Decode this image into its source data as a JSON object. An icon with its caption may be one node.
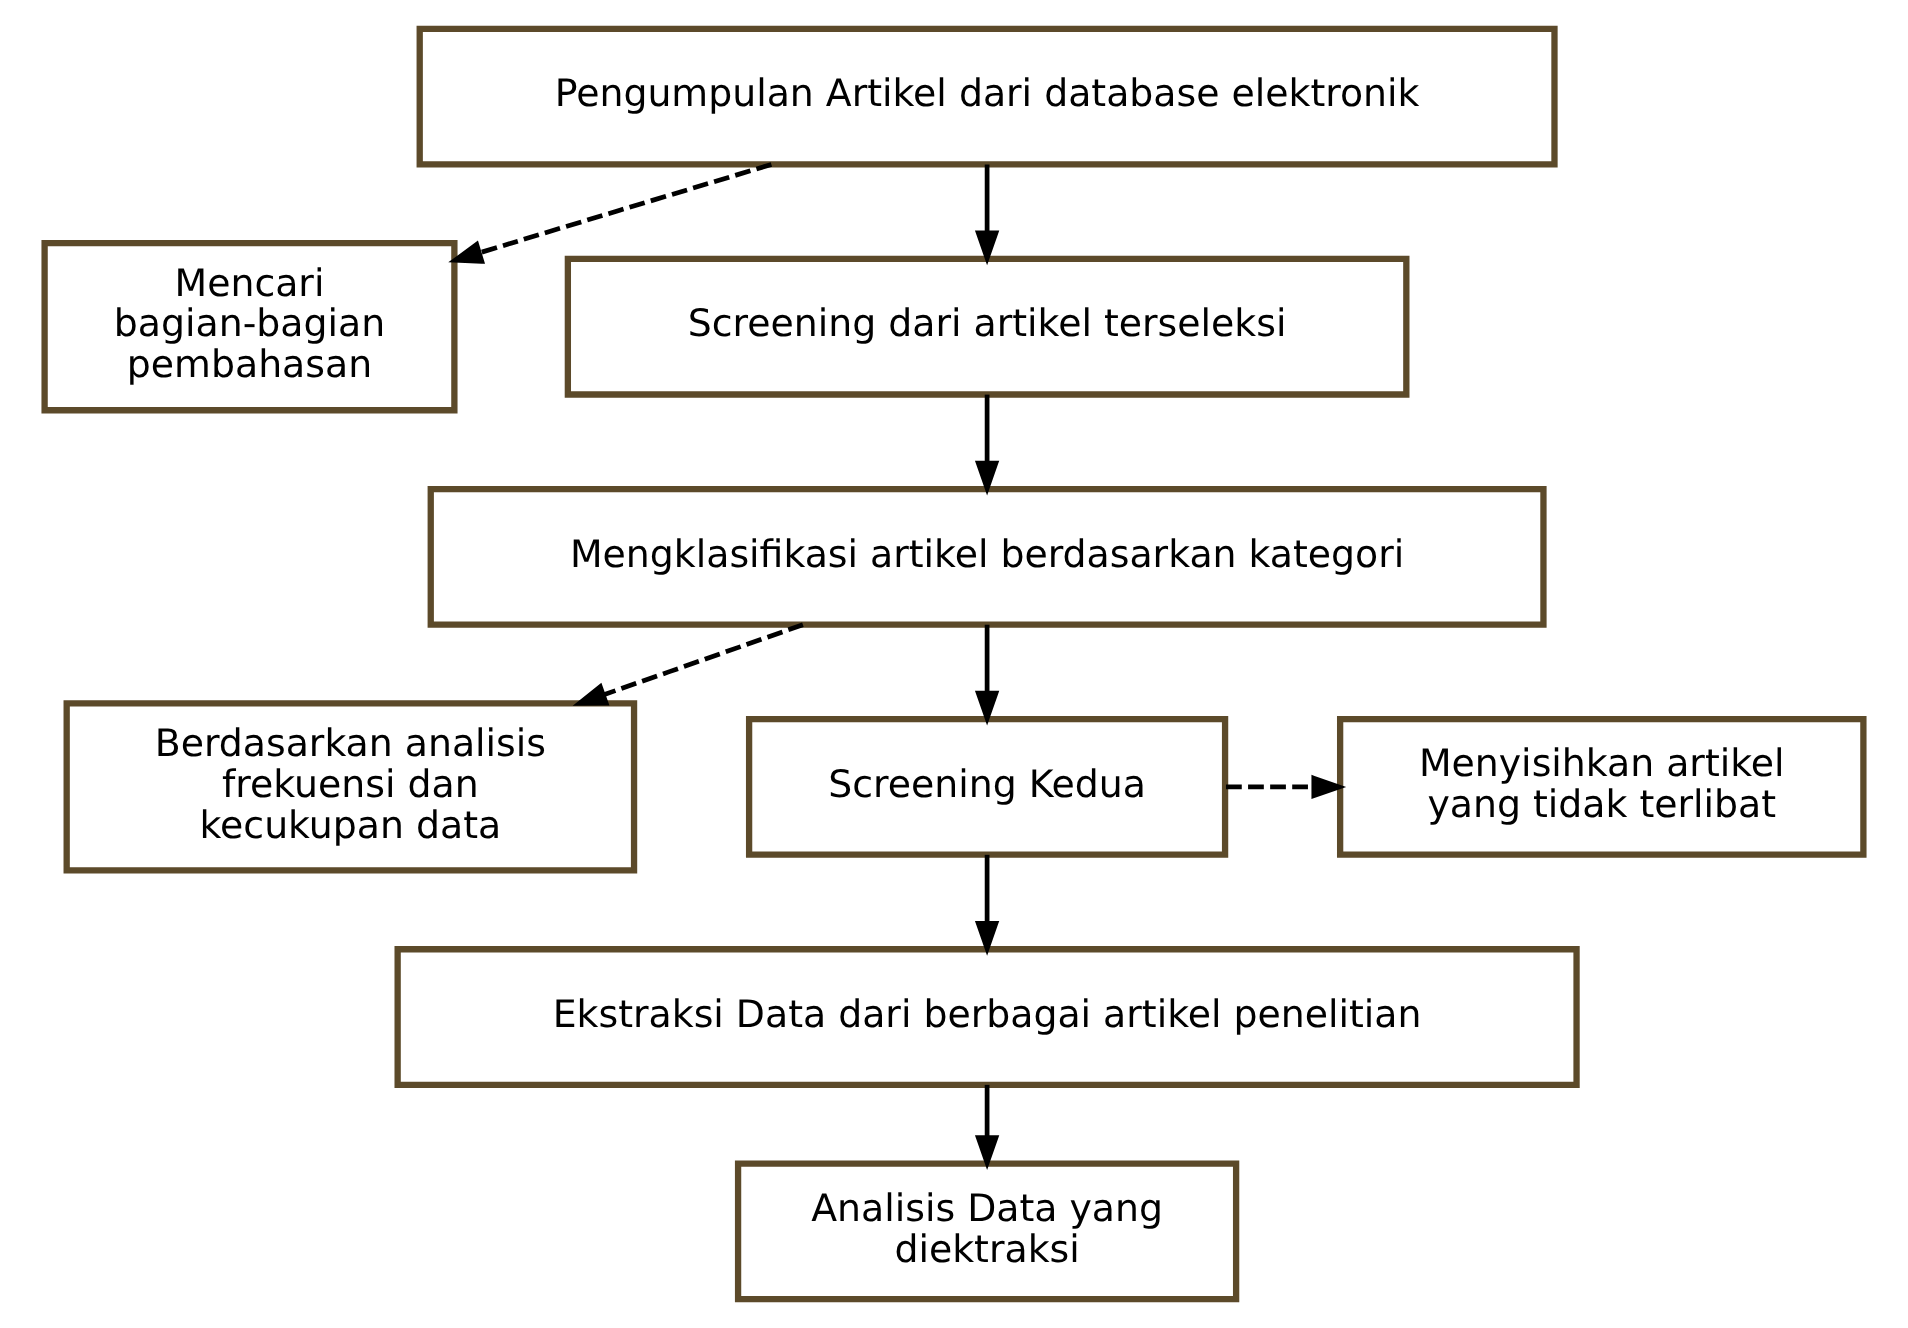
{
  "diagram": {
    "nodes": [
      {
        "text": [
          "Pengumpulan Artikel dari database elektronik"
        ]
      },
      {
        "text": [
          "Mencari bagian-bagian pembahasan"
        ]
      },
      {
        "text": [
          "Screening dari artikel terseleksi"
        ]
      },
      {
        "text": [
          "Mengklasifikasi artikel berdasarkan kategori"
        ]
      },
      {
        "text": [
          "Berdasarkan analisis frekuensi dan kecukupan data"
        ]
      },
      {
        "text": [
          "Screening Kedua"
        ]
      },
      {
        "text": [
          "Menyisihkan artikel yang tidak terlibat"
        ]
      },
      {
        "text": [
          "Ekstraksi Data dari berbagai artikel penelitian"
        ]
      },
      {
        "text": [
          "Analisis Data yang diektraksi"
        ]
      }
    ],
    "edges": [
      {
        "from": 0,
        "to": 2,
        "arrow": "to"
      },
      {
        "from": 0,
        "to": 1,
        "arrow": "to",
        "style": "dashed"
      },
      {
        "from": 2,
        "to": 3,
        "arrow": "to"
      },
      {
        "from": 3,
        "to": 5,
        "arrow": "to"
      },
      {
        "from": 3,
        "to": 4,
        "arrow": "to",
        "style": "dashed"
      },
      {
        "from": 5,
        "to": 7,
        "arrow": "to"
      },
      {
        "from": 5,
        "to": 6,
        "arrow": "to",
        "style": "dashed"
      },
      {
        "from": 7,
        "to": 8,
        "arrow": "to"
      }
    ]
  }
}
